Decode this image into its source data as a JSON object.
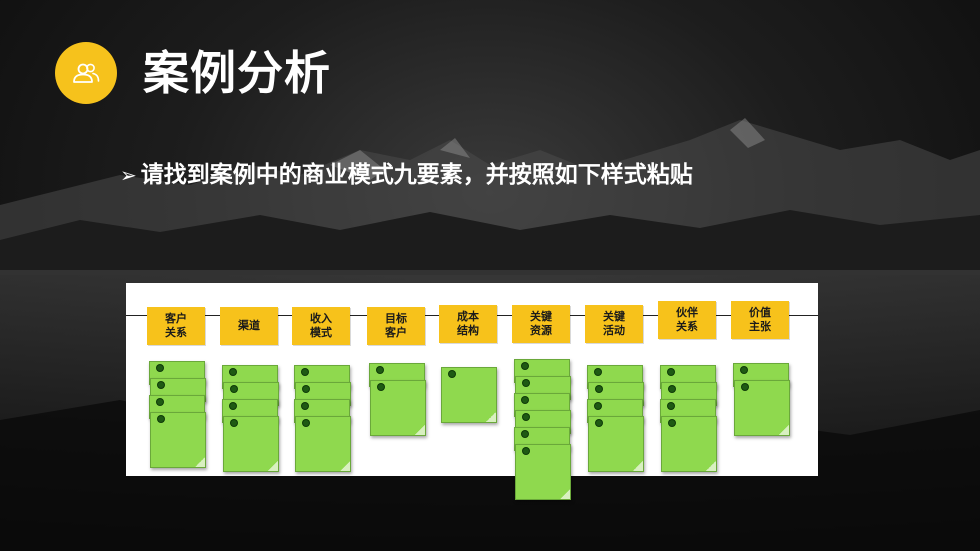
{
  "slide": {
    "title": "案例分析",
    "bullet": "请找到案例中的商业模式九要素，并按照如下样式粘贴",
    "logo_icon": "people-icon"
  },
  "colors": {
    "accent": "#f6c21c",
    "note_green": "#8fd94e",
    "text": "#ffffff"
  },
  "canvas": {
    "labels": [
      "客户\n关系",
      "渠道",
      "收入\n模式",
      "目标\n客户",
      "成本\n结构",
      "关键\n资源",
      "关键\n活动",
      "伙伴\n关系",
      "价值\n主张"
    ],
    "note_counts": [
      4,
      4,
      4,
      2,
      1,
      6,
      4,
      4,
      2
    ]
  }
}
